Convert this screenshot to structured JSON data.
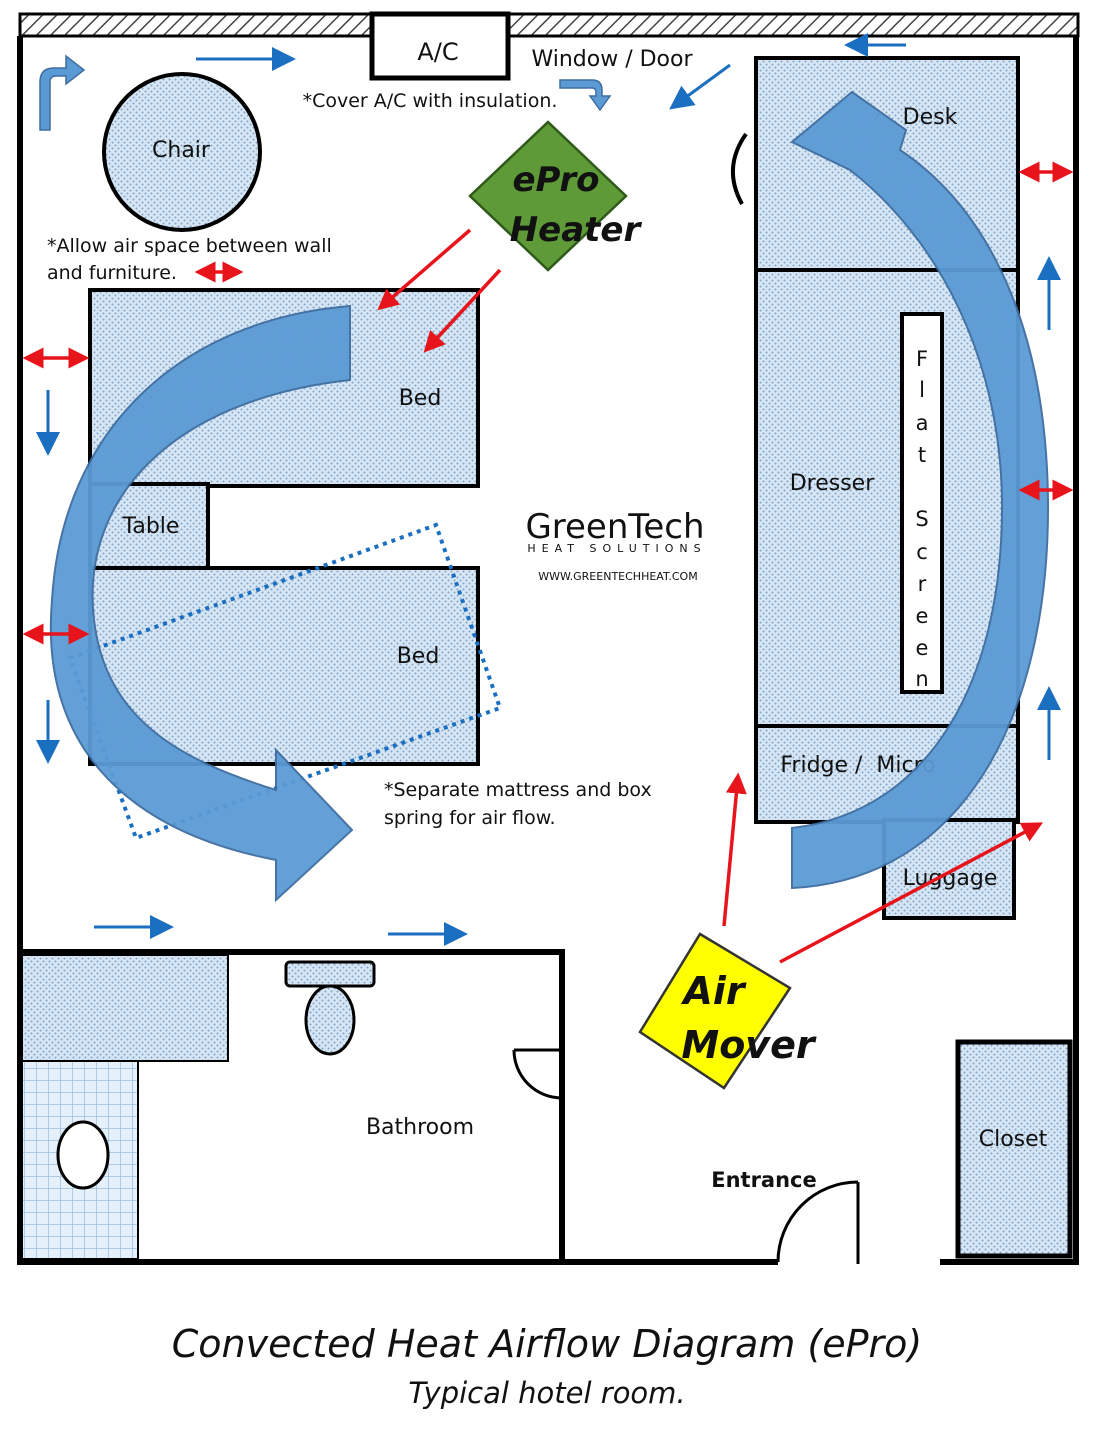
{
  "colors": {
    "wall": "#000000",
    "furniture_fill": "#d7e6f4",
    "furniture_dot": "#7ea4c8",
    "blue_arrow": "#1b6fc1",
    "red_arrow": "#e8141b",
    "big_arrow_light": "#5b9bd5",
    "big_arrow_dark": "#3e6da0",
    "heater": "#5e9a38",
    "air_mover": "#ffff00",
    "tile": "#9dbde0"
  },
  "labels": {
    "ac": "A/C",
    "window_door": "Window / Door",
    "cover_note": "*Cover A/C with insulation.",
    "chair": "Chair",
    "allow_note_1": "*Allow air space between wall",
    "allow_note_2": "and furniture.",
    "heater_1": "ePro",
    "heater_2": "Heater",
    "desk": "Desk",
    "bed_top": "Bed",
    "table": "Table",
    "bed_bottom": "Bed",
    "dresser": "Dresser",
    "flat_screen": [
      "F",
      "l",
      "a",
      "t",
      "",
      "S",
      "c",
      "r",
      "e",
      "e",
      "n"
    ],
    "fridge": "Fridge /  Micro",
    "luggage": "Luggage",
    "separate_note_1": "*Separate mattress and box",
    "separate_note_2": "spring for air flow.",
    "air_mover_1": "Air",
    "air_mover_2": "Mover",
    "bathroom": "Bathroom",
    "entrance": "Entrance",
    "closet": "Closet"
  },
  "logo": {
    "name": "GreenTech",
    "tagline": "HEAT SOLUTIONS",
    "url": "WWW.GREENTECHHEAT.COM"
  },
  "caption": {
    "title": "Convected Heat Airflow Diagram (ePro)",
    "subtitle": "Typical hotel room."
  }
}
